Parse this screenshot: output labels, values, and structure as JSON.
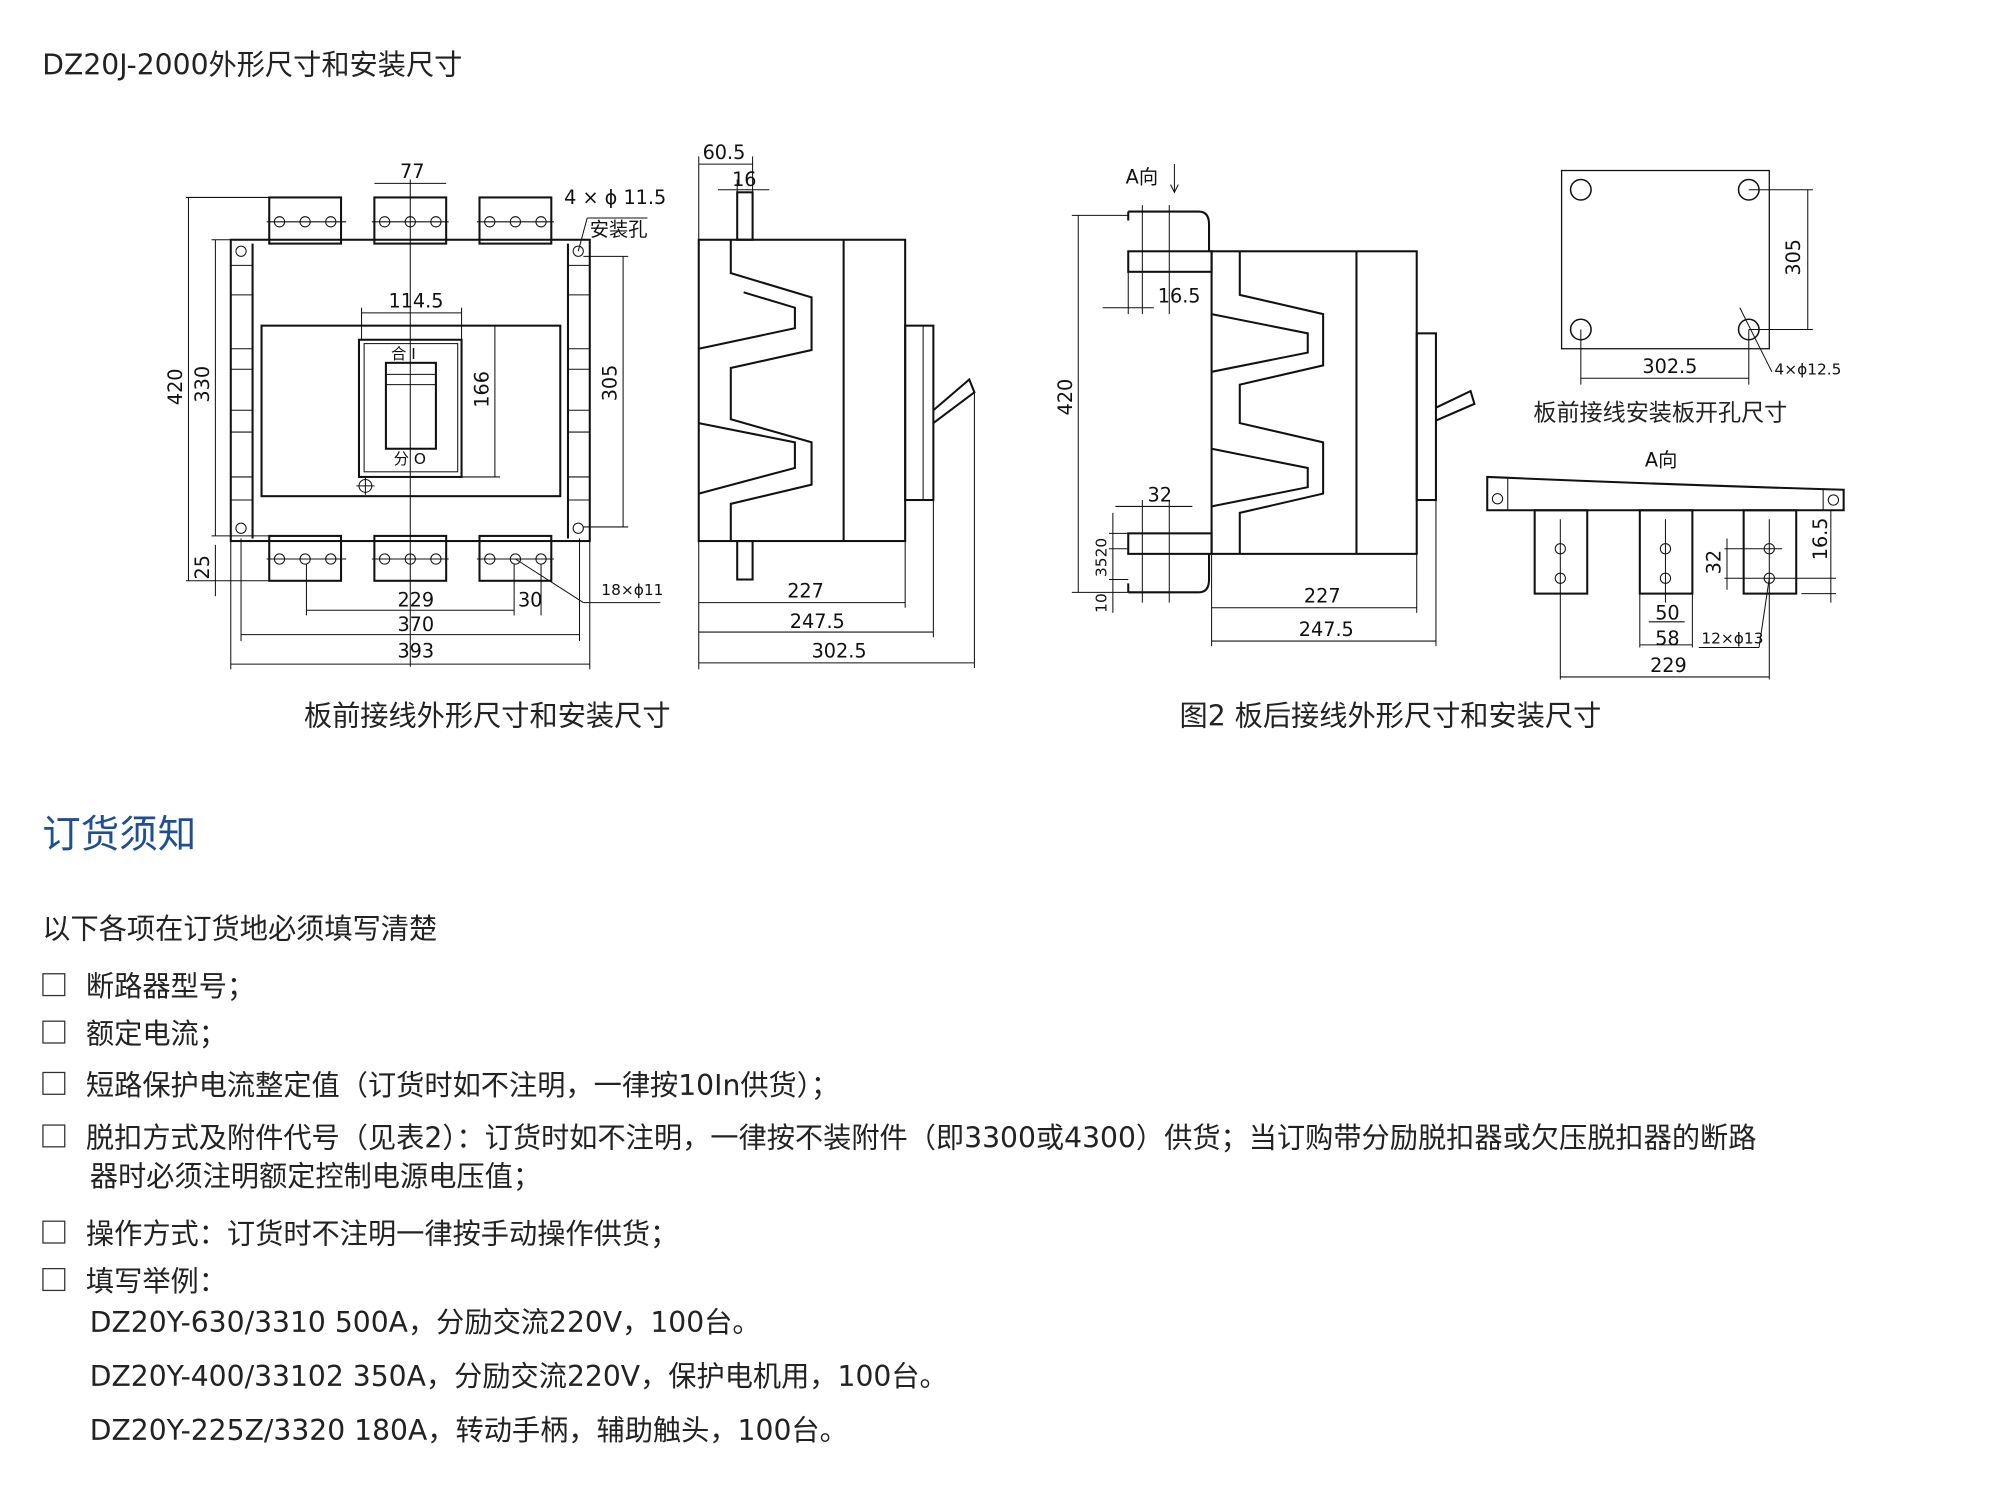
{
  "header": {
    "title": "DZ20J-2000外形尺寸和安装尺寸"
  },
  "figure1": {
    "caption": "板前接线外形尺寸和安装尺寸",
    "front": {
      "dim_77": "77",
      "dim_114_5": "114.5",
      "dim_166": "166",
      "dim_305": "305",
      "dim_420": "420",
      "dim_330": "330",
      "dim_25": "25",
      "dim_229": "229",
      "dim_30": "30",
      "dim_370": "370",
      "dim_393": "393",
      "holes_note": "4 × ϕ 11.5",
      "holes_label": "安装孔",
      "terminal_holes": "18×ϕ11",
      "on_label": "合 I",
      "off_label": "分 O"
    },
    "side": {
      "dim_60_5": "60.5",
      "dim_16": "16",
      "dim_227": "227",
      "dim_247_5": "247.5",
      "dim_302_5": "302.5"
    }
  },
  "figure2": {
    "caption": "图2 板后接线外形尺寸和安装尺寸",
    "side": {
      "view_a": "A向",
      "dim_420": "420",
      "dim_16_5": "16.5",
      "dim_32": "32",
      "dim_35_20": "3520",
      "dim_10": "10",
      "dim_227": "227",
      "dim_247_5": "247.5"
    },
    "plate": {
      "caption": "板前接线安装板开孔尺寸",
      "dim_305": "305",
      "dim_302_5": "302.5",
      "holes_note": "4×ϕ12.5"
    },
    "view_a": {
      "title": "A向",
      "dim_16_5": "16.5",
      "dim_32": "32",
      "dim_50": "50",
      "dim_58": "58",
      "holes_note": "12×ϕ13",
      "dim_229": "229"
    }
  },
  "ordering": {
    "title": "订货须知",
    "intro": "以下各项在订货地必须填写清楚",
    "items": [
      "断路器型号；",
      "额定电流；",
      "短路保护电流整定值（订货时如不注明，一律按10In供货）；",
      "脱扣方式及附件代号（见表2）：订货时如不注明，一律按不装附件（即3300或4300）供货；当订购带分励脱扣器或欠压脱扣器的断路",
      "操作方式：订货时不注明一律按手动操作供货；",
      "填写举例："
    ],
    "item4_continued": "器时必须注明额定控制电源电压值；",
    "examples": [
      "DZ20Y-630/3310 500A，分励交流220V，100台。",
      "DZ20Y-400/33102 350A，分励交流220V，保护电机用，100台。",
      "DZ20Y-225Z/3320 180A，转动手柄，辅助触头，100台。"
    ]
  }
}
